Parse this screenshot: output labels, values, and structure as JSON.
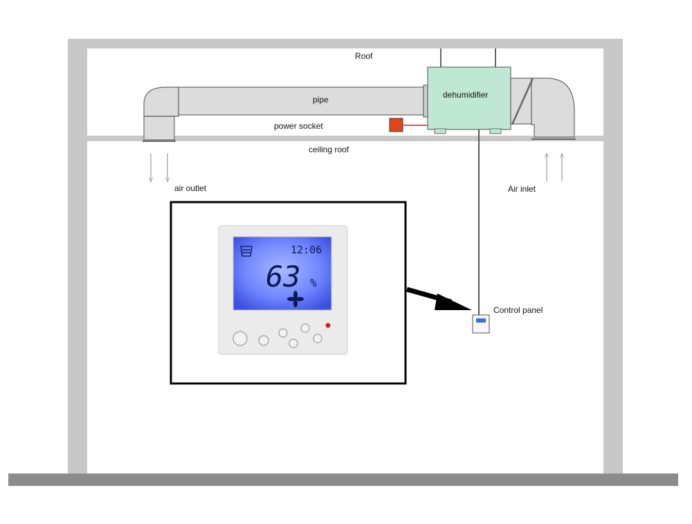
{
  "labels": {
    "roof": "Roof",
    "pipe": "pipe",
    "power_socket": "power socket",
    "ceiling_roof": "ceiling roof",
    "dehumidifier": "dehumidifier",
    "air_outlet": "air outlet",
    "air_inlet": "Air inlet",
    "control_panel": "Control panel"
  },
  "display": {
    "clock": "12:06",
    "humidity_value": "63",
    "humidity_unit": "%"
  },
  "colors": {
    "wall": "#c8c8c8",
    "floor": "#8c8c8c",
    "pipe": "#dcdcdc",
    "dehumidifier": "#bfe8d4",
    "socket": "#e0461c",
    "lcd": "#6d86ff"
  }
}
